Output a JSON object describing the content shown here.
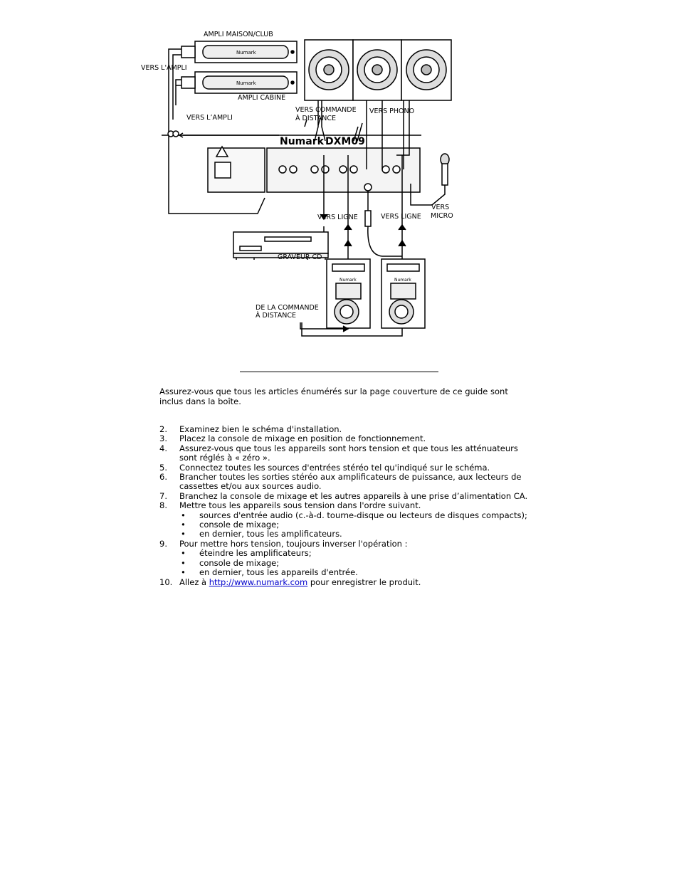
{
  "diagram": {
    "labels": {
      "ampli_maison": "AMPLI MAISON/CLUB",
      "vers_ampli_1": "VERS L'AMPLI",
      "ampli_cabine": "AMPLI CABINE",
      "vers_ampli_2": "VERS L’AMPLI",
      "vers_commande_1": "VERS COMMANDE",
      "vers_commande_2": "À DISTANCE",
      "vers_phono": "VERS PHONO",
      "vers_ligne_1": "VERS LIGNE",
      "vers_ligne_2": "VERS LIGNE",
      "vers_micro_1": "VERS",
      "vers_micro_2": "MICRO",
      "graveur": "GRAVEUR CD",
      "de_commande_1": "DE LA COMMANDE",
      "de_commande_2": "À DISTANCE"
    },
    "brand": "Numark",
    "model": "DXM09"
  },
  "intro": "Assurez-vous que tous les articles énumérés sur la page couverture de ce guide sont inclus dans la boîte.",
  "steps": [
    {
      "num": "2.",
      "text": "Examinez bien le schéma d'installation."
    },
    {
      "num": "3.",
      "text": "Placez la console de mixage en position de fonctionnement."
    },
    {
      "num": "4.",
      "text": "Assurez-vous que tous les appareils sont hors tension et que tous les atténuateurs sont réglés à « zéro »."
    },
    {
      "num": "5.",
      "text": "Connectez toutes les sources d'entrées stéréo tel qu'indiqué sur le schéma."
    },
    {
      "num": "6.",
      "text": "Brancher toutes les sorties stéréo aux amplificateurs de puissance, aux lecteurs de cassettes et/ou aux sources audio."
    },
    {
      "num": "7.",
      "text": "Branchez la console de mixage et les autres appareils à une prise d’alimentation CA."
    },
    {
      "num": "8.",
      "text": "Mettre tous les appareils sous tension dans l'ordre suivant.",
      "bullets": [
        "sources d'entrée audio (c.-à-d. tourne-disque ou lecteurs de disques compacts);",
        "console de mixage;",
        "en dernier, tous les amplificateurs."
      ]
    },
    {
      "num": "9.",
      "text": "Pour mettre hors tension, toujours inverser l'opération :",
      "bullets": [
        "éteindre les amplificateurs;",
        "console de mixage;",
        "en dernier, tous les appareils d'entrée."
      ]
    }
  ],
  "step10": {
    "num": "10.",
    "prefix": "Allez à",
    "link": "http://www.numark.com",
    "suffix": "pour enregistrer le produit."
  },
  "bullet_char": "•"
}
